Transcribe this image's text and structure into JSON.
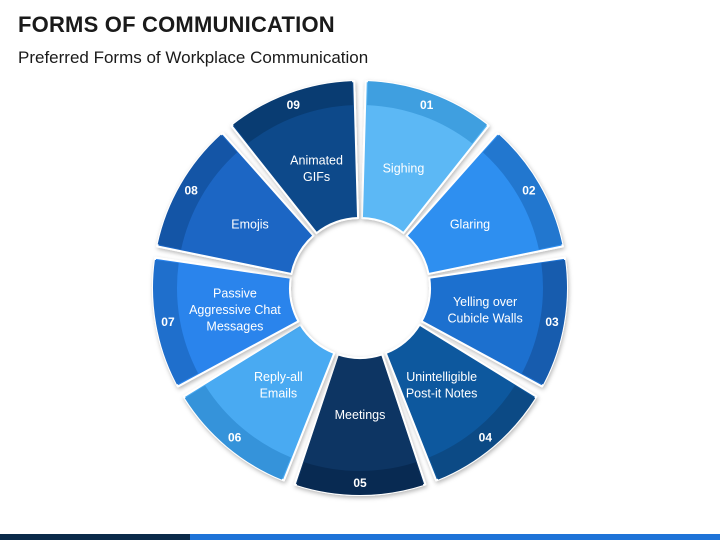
{
  "header": {
    "title": "FORMS OF COMMUNICATION",
    "subtitle": "Preferred Forms of Workplace Communication"
  },
  "wheel": {
    "segments": [
      {
        "number": "01",
        "lines": [
          "Sighing"
        ],
        "color": "#5bb8f5",
        "rim": "#3f9fe0"
      },
      {
        "number": "02",
        "lines": [
          "Glaring"
        ],
        "color": "#2f8ff0",
        "rim": "#2277cf"
      },
      {
        "number": "03",
        "lines": [
          "Yelling over",
          "Cubicle Walls"
        ],
        "color": "#1d6fcf",
        "rim": "#175cae"
      },
      {
        "number": "04",
        "lines": [
          "Unintelligible",
          "Post-it Notes"
        ],
        "color": "#10599e",
        "rim": "#0c4a85"
      },
      {
        "number": "05",
        "lines": [
          "Meetings"
        ],
        "color": "#0b3564",
        "rim": "#082a52"
      },
      {
        "number": "06",
        "lines": [
          "Reply-all",
          "Emails"
        ],
        "color": "#4aaaf2",
        "rim": "#3593da"
      },
      {
        "number": "07",
        "lines": [
          "Passive",
          "Aggressive Chat",
          "Messages"
        ],
        "color": "#2a84ec",
        "rim": "#1f6fcc"
      },
      {
        "number": "08",
        "lines": [
          "Emojis"
        ],
        "color": "#1a66c4",
        "rim": "#1455a6"
      },
      {
        "number": "09",
        "lines": [
          "Animated",
          "GIFs"
        ],
        "color": "#0d4a8a",
        "rim": "#093c72"
      }
    ]
  }
}
